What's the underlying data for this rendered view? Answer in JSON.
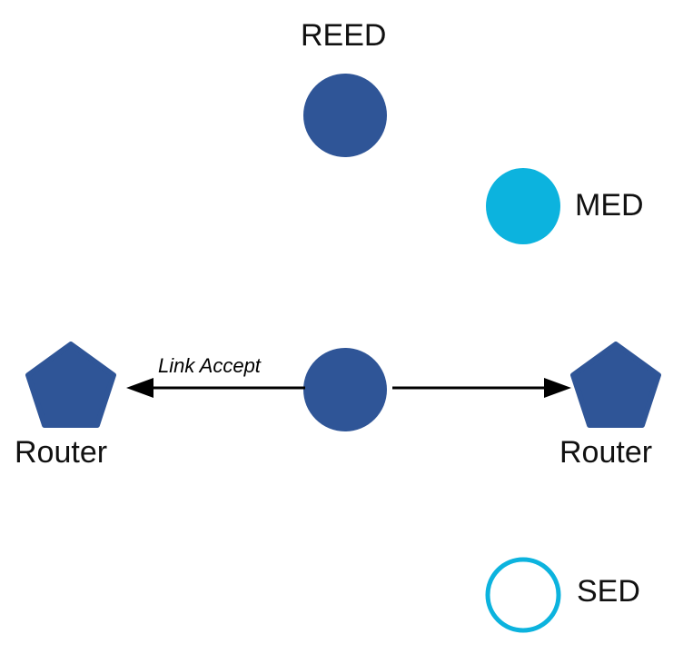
{
  "diagram": {
    "type": "network-topology",
    "background_color": "#ffffff",
    "colors": {
      "node_dark_blue": "#2F5597",
      "node_cyan": "#0CB3DE",
      "arrow_black": "#000000",
      "label_text": "#111111"
    },
    "nodes": [
      {
        "id": "reed",
        "label": "REED",
        "shape": "circle-filled",
        "color": "#2F5597",
        "label_position": "above"
      },
      {
        "id": "med",
        "label": "MED",
        "shape": "circle-filled",
        "color": "#0CB3DE",
        "label_position": "right"
      },
      {
        "id": "center",
        "label": "",
        "shape": "circle-filled",
        "color": "#2F5597",
        "label_position": "none"
      },
      {
        "id": "router-left",
        "label": "Router",
        "shape": "pentagon-filled",
        "color": "#2F5597",
        "label_position": "below"
      },
      {
        "id": "router-right",
        "label": "Router",
        "shape": "pentagon-filled",
        "color": "#2F5597",
        "label_position": "below"
      },
      {
        "id": "sed",
        "label": "SED",
        "shape": "circle-outline",
        "color": "#0CB3DE",
        "label_position": "right"
      }
    ],
    "edges": [
      {
        "id": "center-to-router-left",
        "from": "center",
        "to": "router-left",
        "label": "Link Accept",
        "style": "solid",
        "arrowhead": "end",
        "direction": "left"
      },
      {
        "id": "center-to-router-right",
        "from": "center",
        "to": "router-right",
        "label": "",
        "style": "solid",
        "arrowhead": "end",
        "direction": "right"
      }
    ]
  }
}
